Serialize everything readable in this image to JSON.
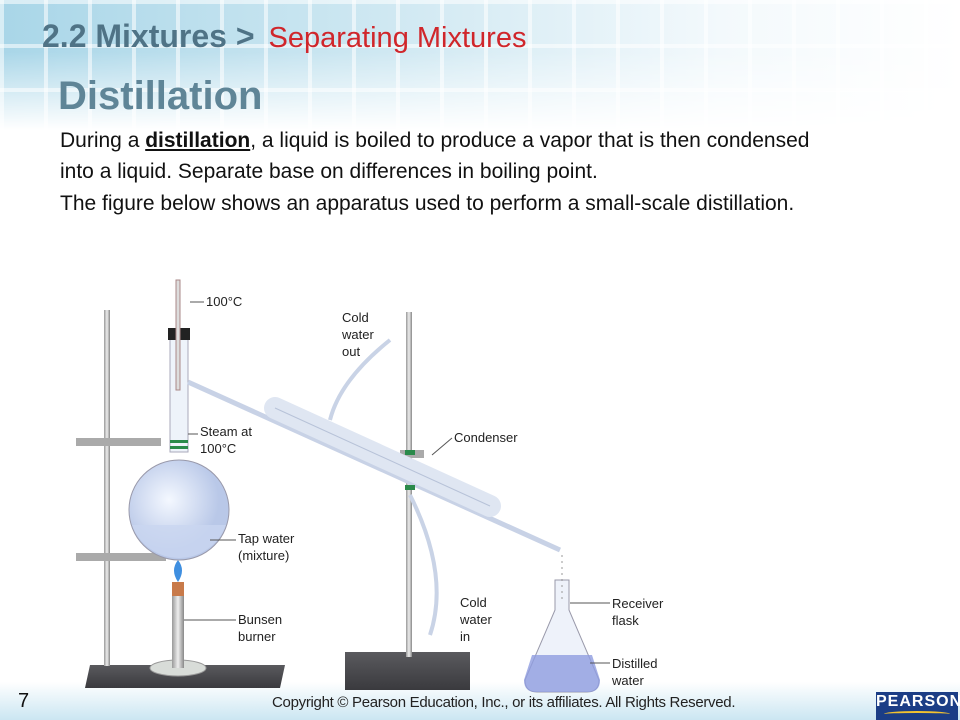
{
  "header": {
    "section": "2.2 Mixtures >",
    "subsection": "Separating Mixtures"
  },
  "title": "Distillation",
  "body": {
    "p1_before": "During a ",
    "p1_term": "distillation",
    "p1_after": ", a liquid is boiled to produce a vapor that is then condensed into a liquid. Separate base on differences in boiling point.",
    "p2": "The figure below shows an apparatus used to perform a small-scale distillation."
  },
  "diagram": {
    "thermometer": "100°C",
    "cold_out": [
      "Cold",
      "water",
      "out"
    ],
    "steam": [
      "Steam at",
      "100°C"
    ],
    "condenser": "Condenser",
    "tap_water": [
      "Tap water",
      "(mixture)"
    ],
    "burner": [
      "Bunsen",
      "burner"
    ],
    "cold_in": [
      "Cold",
      "water",
      "in"
    ],
    "receiver": [
      "Receiver",
      "flask"
    ],
    "distilled": [
      "Distilled",
      "water"
    ]
  },
  "footer": {
    "page": "7",
    "copyright": "Copyright © Pearson Education, Inc., or its affiliates. All Rights Reserved.",
    "logo": "PEARSON"
  }
}
